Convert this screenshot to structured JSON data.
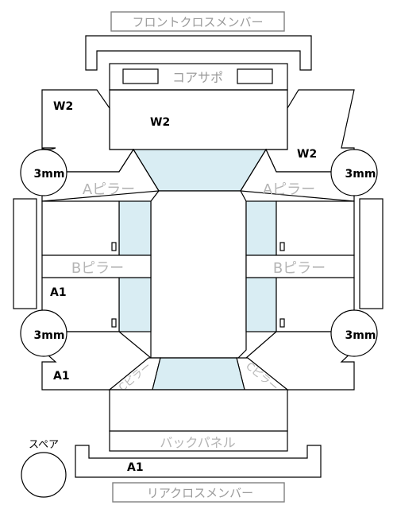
{
  "labels": {
    "front_cross_member": "フロントクロスメンバー",
    "core_support": "コアサポ",
    "a_pillar_left": "Aピラー",
    "a_pillar_right": "Aピラー",
    "b_pillar_left": "Bピラー",
    "b_pillar_right": "Bピラー",
    "back_panel": "バックパネル",
    "rear_cross_member": "リアクロスメンバー",
    "spare": "スペア",
    "c_pillar_left": "Cピラー",
    "c_pillar_right": "Cピラー"
  },
  "grades": {
    "front_left": "W2",
    "front_center": "W2",
    "front_right": "W2",
    "left_rear_door": "A1",
    "left_rear_fender": "A1",
    "rear_floor": "A1"
  },
  "tires": {
    "front_left": "3mm",
    "front_right": "3mm",
    "rear_left": "3mm",
    "rear_right": "3mm"
  },
  "colors": {
    "glass": "#d9edf3",
    "label_grey": "#9a9a9a",
    "outline": "#000000"
  }
}
